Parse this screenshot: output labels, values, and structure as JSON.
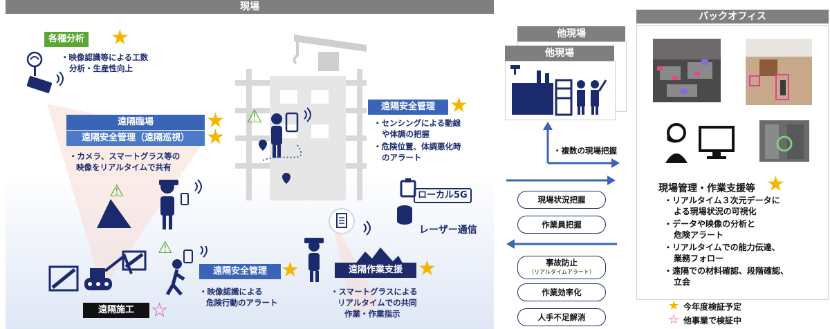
{
  "headers": {
    "site": "現場",
    "backoffice": "バックオフィス",
    "other_site_back": "他現場",
    "other_site_front": "他現場"
  },
  "tags": {
    "analysis": "各種分析",
    "remote_witness": "遠隔臨場",
    "remote_patrol": "遠隔安全管理（遠隔巡視）",
    "remote_safety_top": "遠隔安全管理",
    "remote_safety_bottom": "遠隔安全管理",
    "remote_support": "遠隔作業支援",
    "remote_construction": "遠隔施工",
    "local5g": "ローカル5G",
    "laser": "レーザー通信"
  },
  "desc": {
    "analysis": [
      "・映像認識等による工数",
      "分析・生産性向上"
    ],
    "camera": [
      "・カメラ、スマートグラス等の",
      "映像をリアルタイムで共有"
    ],
    "sensing": [
      "・センシングによる動線",
      "や体調の把握",
      "・危険位置、体調悪化時",
      "のアラート"
    ],
    "video_recog": [
      "・映像認識による",
      "危険行動のアラート"
    ],
    "smartglass": [
      "・スマートグラスによる",
      "リアルタイムでの共同",
      "作業・作業指示"
    ],
    "multi_site": "・複数の現場把握"
  },
  "pills": {
    "up": [
      "現場状況把握",
      "作業員把握"
    ],
    "down": [
      {
        "main": "事故防止",
        "sub": "（リアルタイムアラート）"
      },
      {
        "main": "作業効率化",
        "sub": ""
      },
      {
        "main": "人手不足解消",
        "sub": ""
      }
    ]
  },
  "backoffice": {
    "title": "現場管理・作業支援等",
    "items": [
      "・リアルタイム３次元データに",
      "よる現場状況の可視化",
      "・データや映像の分析と",
      "危険アラート",
      "・リアルタイムでの能力伝達、",
      "業務フォロー",
      "・遠隔での材料確認、段階確認、",
      "立会"
    ]
  },
  "legend": {
    "filled": "今年度検証予定",
    "outline": "他事業で検証中"
  },
  "icons": {
    "star": "★",
    "star_outline": "☆",
    "warning": "⚠"
  },
  "colors": {
    "star": "#f5b400",
    "outline_star": "#e0409a",
    "navy": "#1a2a6c",
    "green": "#5aa832",
    "blue": "#3a64b8"
  }
}
